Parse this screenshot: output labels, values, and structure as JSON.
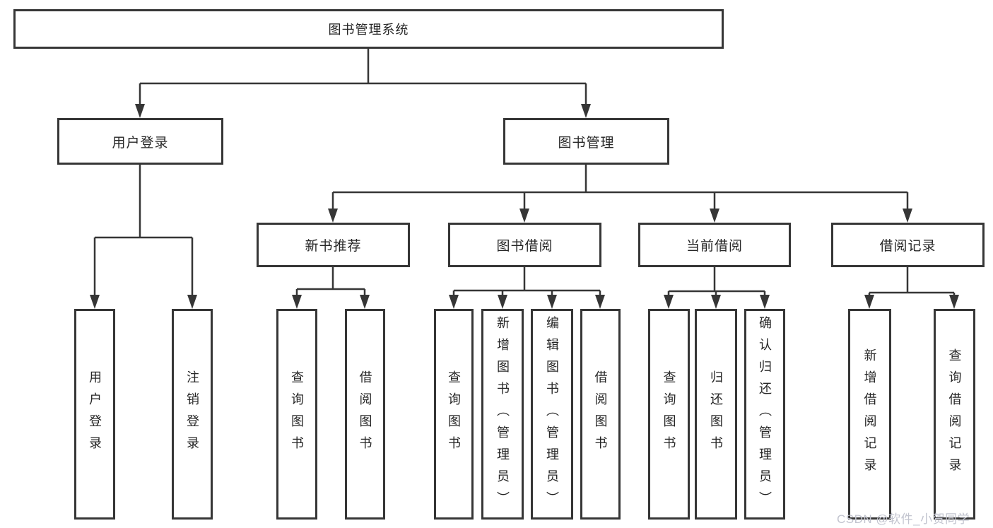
{
  "chart": {
    "root": {
      "label": "图书管理系统"
    },
    "branches": [
      {
        "label": "用户登录",
        "children": [
          {
            "label": "用户登录"
          },
          {
            "label": "注销登录"
          }
        ]
      },
      {
        "label": "图书管理",
        "children": [
          {
            "label": "新书推荐",
            "children": [
              {
                "label": "查询图书"
              },
              {
                "label": "借阅图书"
              }
            ]
          },
          {
            "label": "图书借阅",
            "children": [
              {
                "label": "查询图书"
              },
              {
                "label": "新增图书（管理员）"
              },
              {
                "label": "编辑图书（管理员）"
              },
              {
                "label": "借阅图书"
              }
            ]
          },
          {
            "label": "当前借阅",
            "children": [
              {
                "label": "查询图书"
              },
              {
                "label": "归还图书"
              },
              {
                "label": "确认归还（管理员）"
              }
            ]
          },
          {
            "label": "借阅记录",
            "children": [
              {
                "label": "新增借阅记录"
              },
              {
                "label": "查询借阅记录"
              }
            ]
          }
        ]
      }
    ]
  },
  "watermark": {
    "text": "CSDN @软件_小贺同学",
    "color": "#c2c4cf"
  },
  "colors": {
    "line": "#363636",
    "box_border": "#363636",
    "text": "#262626",
    "background": "#ffffff"
  }
}
